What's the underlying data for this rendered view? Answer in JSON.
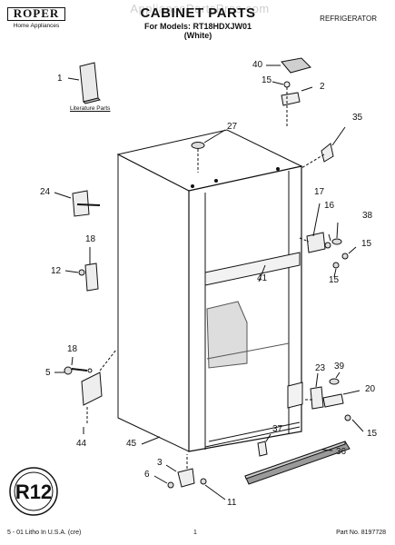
{
  "watermark": "AppliancePartsPros.com",
  "brand": {
    "name": "ROPER",
    "tagline": "Home Appliances"
  },
  "title": "CABINET PARTS",
  "models": "For Models: RT18HDXJW01",
  "color": "(White)",
  "category": "REFRIGERATOR",
  "literature_label": "Literature Parts",
  "callouts": [
    "1",
    "40",
    "15",
    "2",
    "35",
    "27",
    "24",
    "17",
    "16",
    "38",
    "18",
    "15",
    "12",
    "41",
    "15",
    "18",
    "5",
    "23",
    "39",
    "20",
    "44",
    "45",
    "37",
    "15",
    "36",
    "3",
    "6",
    "11"
  ],
  "badge": "R12",
  "footer": {
    "left": "5 - 01 Litho In U.S.A. (cre)",
    "page": "1",
    "part_no": "Part No. 8197728"
  }
}
